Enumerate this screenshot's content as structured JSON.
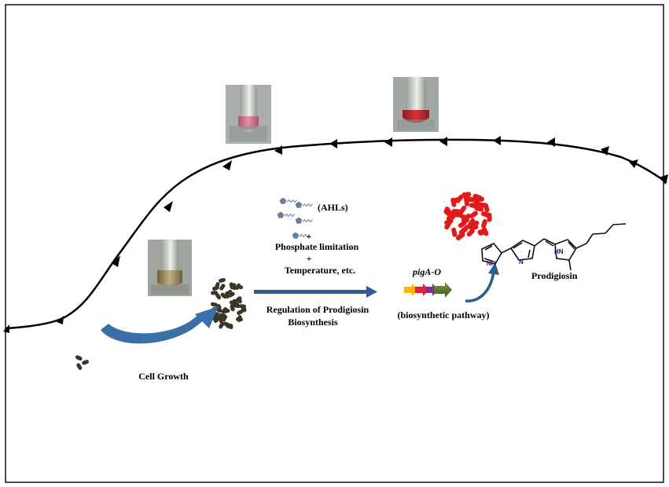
{
  "labels": {
    "ahls": "(AHLs)",
    "plus1": "+",
    "phosphate": "Phosphate limitation",
    "plus2": "+",
    "temperature": "Temperature,  etc.",
    "regulation_line1": "Regulation of Prodigiosin",
    "regulation_line2": "Biosynthesis",
    "cell_growth": "Cell Growth",
    "gene_cluster": "pigA-O",
    "pathway": "(biosynthetic pathway)",
    "product": "Prodigiosin",
    "nh_a": "NH",
    "n_b": "N",
    "hn_c": "HN"
  },
  "colors": {
    "growth_curve": "#000000",
    "arrow_blue": "#3b6fa8",
    "cell_dark": "#3a3628",
    "cell_red": "#e01b1b",
    "tube_red": "#c8202a",
    "tube_pink": "#d87890",
    "tube_olive": "#a89468",
    "gene_colors": [
      "#f7b600",
      "#e8202a",
      "#7a2f9a",
      "#3a7a2a",
      "#4a6a2a"
    ]
  },
  "icons": {
    "ahl_molecule": "pentagon-with-zigzag-tail",
    "test_tube": "glass-tube-icon",
    "bacterium": "rod-shaped-cell-icon"
  }
}
